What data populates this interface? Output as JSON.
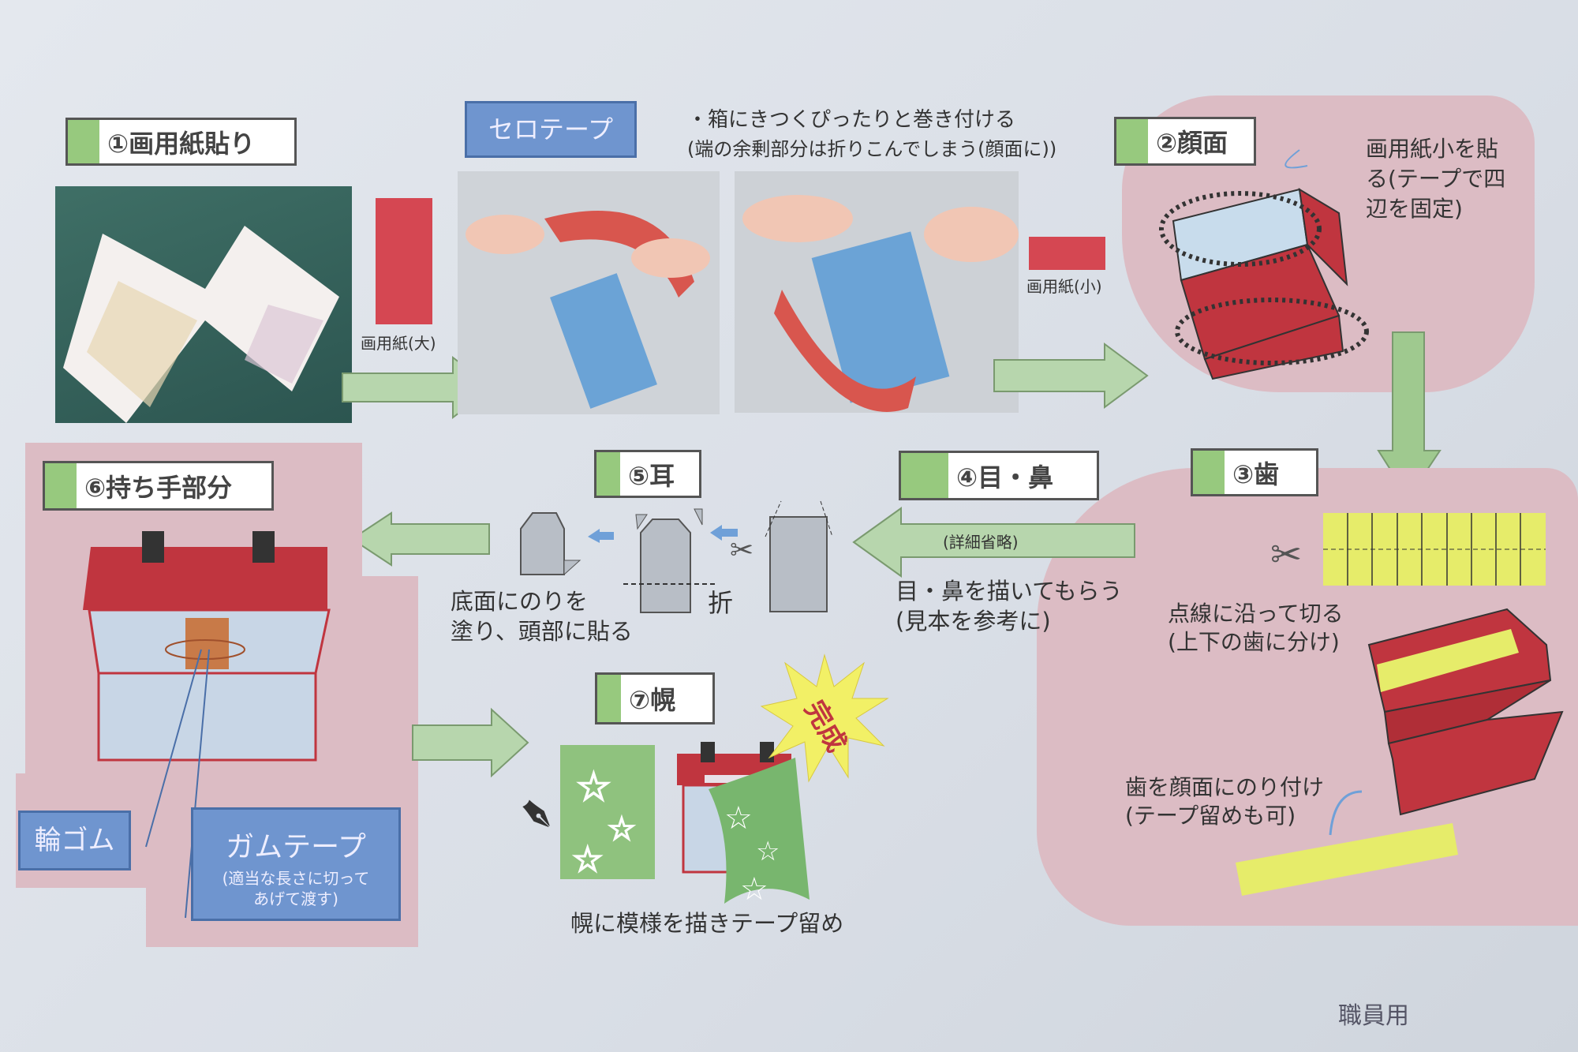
{
  "steps": {
    "s1": "①画用紙貼り",
    "s2": "②顔面",
    "s3": "③歯",
    "s4": "④目・鼻",
    "s5": "⑤耳",
    "s6": "⑥持ち手部分",
    "s7": "⑦幌"
  },
  "labels": {
    "cello_tape": "セロテープ",
    "paper_large": "画用紙(大)",
    "paper_small": "画用紙(小)",
    "wrap_line1": "・箱にきつくぴったりと巻き付ける",
    "wrap_line2": "(端の余剰部分は折りこんでしまう(顔面に))",
    "face_note": "画用紙小を貼\nる(テープで四\n辺を固定)",
    "cut_note": "点線に沿って切る\n(上下の歯に分け)",
    "teeth_note": "歯を顔面にのり付け\n(テープ留めも可)",
    "detail_omitted": "(詳細省略)",
    "eyes_note": "目・鼻を描いてもらう\n(見本を参考に)",
    "ear_note": "底面にのりを\n塗り、頭部に貼る",
    "fold": "折",
    "rubber_band": "輪ゴム",
    "gum_tape": "ガムテープ",
    "gum_tape_note": "(適当な長さに切って\nあげて渡す)",
    "hood_note": "幌に模様を描きテープ留め",
    "complete": "完成",
    "staff_use": "職員用"
  },
  "colors": {
    "green": "#97c97e",
    "pink": "#dcbcc4",
    "red": "#c0353f",
    "yellow": "#e6ec6a",
    "blue": "#6f95cf"
  }
}
